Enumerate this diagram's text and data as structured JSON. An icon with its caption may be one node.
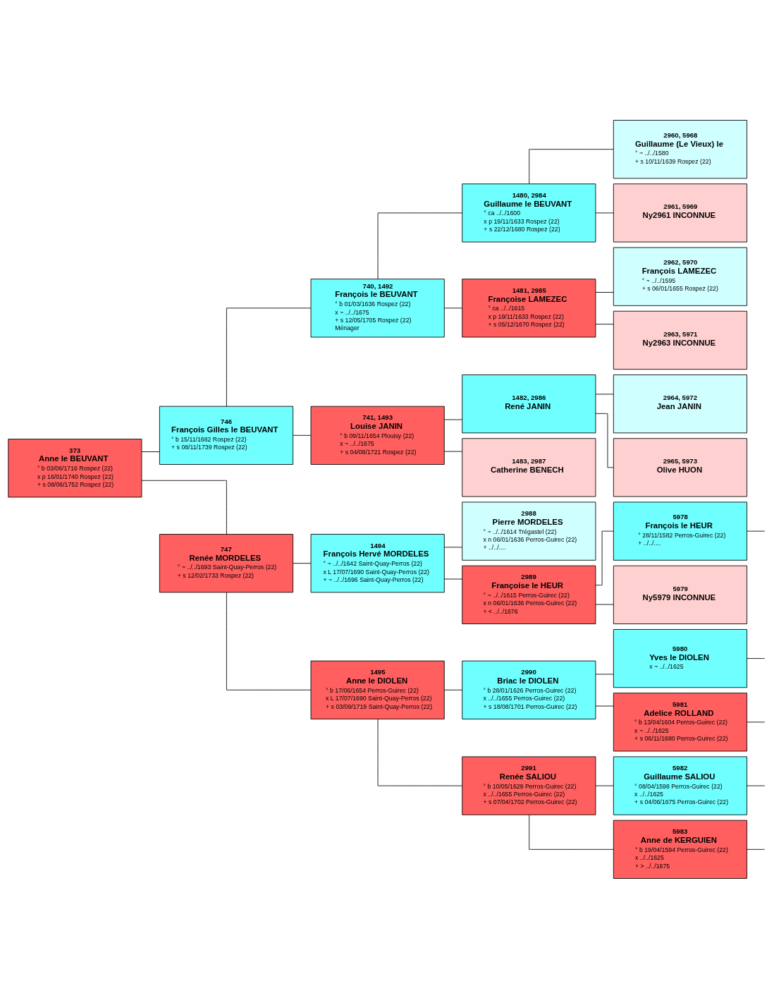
{
  "diagram": {
    "nodes": [
      {
        "text": [
          "373",
          "Anne le BEUVANT",
          "° b 03/06/1716 Rospez (22)",
          "x p 16/01/1740 Rospez (22)",
          "+ s 08/06/1752 Rospez (22)"
        ]
      },
      {
        "text": [
          "746",
          "François Gilles le BEUVANT",
          "° b 15/11/1682 Rospez (22)",
          "+ s 08/11/1739 Rospez (22)"
        ]
      },
      {
        "text": [
          "747",
          "Renée MORDELES",
          "° ~ ../../1693 Saint-Quay-Perros (22)",
          "+ s 12/02/1733 Rospez (22)"
        ]
      },
      {
        "text": [
          "740, 1492",
          "François le BEUVANT",
          "° b 01/03/1636 Rospez (22)",
          "x ~ ../../1675",
          "+ s 12/05/1705 Rospez (22)",
          "Ménager"
        ]
      },
      {
        "text": [
          "741, 1493",
          "Louise JANIN",
          "° b 09/11/1654 Plouisy (22)",
          "x ~ ../../1675",
          "+ s 04/08/1721 Rospez (22)"
        ]
      },
      {
        "text": [
          "1494",
          "François Hervé MORDELES",
          "° ~ ../../1642 Saint-Quay-Perros (22)",
          "x L 17/07/1690 Saint-Quay-Perros (22)",
          "+ ~ ../../1696 Saint-Quay-Perros (22)"
        ]
      },
      {
        "text": [
          "1495",
          "Anne le DIOLEN",
          "° b 17/06/1654 Perros-Guirec (22)",
          "x L 17/07/1690 Saint-Quay-Perros (22)",
          "+ s 03/09/1719 Saint-Quay-Perros (22)"
        ]
      },
      {
        "text": [
          "1480, 2984",
          "Guillaume le BEUVANT",
          "° ca ../../1600",
          "x p 19/11/1633 Rospez (22)",
          "+ s 22/12/1680 Rospez (22)"
        ]
      },
      {
        "text": [
          "1481, 2985",
          "Françoise LAMEZEC",
          "° ca ../../1615",
          "x p 19/11/1633 Rospez (22)",
          "+ s 05/12/1670 Rospez (22)"
        ]
      },
      {
        "text": [
          "1482, 2986",
          "René JANIN"
        ]
      },
      {
        "text": [
          "1483, 2987",
          "Catherine BENECH"
        ]
      },
      {
        "text": [
          "2988",
          "Pierre MORDELES",
          "° ~ ../../1614 Trégastel (22)",
          "x n 06/01/1636 Perros-Guirec (22)",
          "+ ../../...."
        ]
      },
      {
        "text": [
          "2989",
          "Françoise le HEUR",
          "° ~ ../../1615 Perros-Guirec (22)",
          "x n 06/01/1636 Perros-Guirec (22)",
          "+ < ../../1676"
        ]
      },
      {
        "text": [
          "2990",
          "Briac le DIOLEN",
          "° b 28/01/1626 Perros-Guirec (22)",
          "x ../../1655 Perros-Guirec (22)",
          "+ s 18/08/1701 Perros-Guirec (22)"
        ]
      },
      {
        "text": [
          "2991",
          "Renée SALIOU",
          "° b 10/05/1629 Perros-Guirec (22)",
          "x ../../1655 Perros-Guirec (22)",
          "+ s 07/04/1702 Perros-Guirec (22)"
        ]
      },
      {
        "text": [
          "2960, 5968",
          "Guillaume (Le Vieux) le",
          "° ~ ../../1580",
          "+ s 10/11/1639 Rospez (22)"
        ]
      },
      {
        "text": [
          "2961, 5969",
          "Ny2961 INCONNUE"
        ]
      },
      {
        "text": [
          "2962, 5970",
          "François LAMEZEC",
          "° ~ ../../1595",
          "+ s 06/01/1655 Rospez (22)"
        ]
      },
      {
        "text": [
          "2963, 5971",
          "Ny2963 INCONNUE"
        ]
      },
      {
        "text": [
          "2964, 5972",
          "Jean JANIN"
        ]
      },
      {
        "text": [
          "2965, 5973",
          "Olive HUON"
        ]
      },
      {
        "text": [
          "5978",
          "François le HEUR",
          "° 28/11/1582 Perros-Guirec (22)",
          "+ ../../...."
        ]
      },
      {
        "text": [
          "5979",
          "Ny5979 INCONNUE"
        ]
      },
      {
        "text": [
          "5980",
          "Yves le DIOLEN",
          "x ~ ../../1625"
        ]
      },
      {
        "text": [
          "5981",
          "Adelice ROLLAND",
          "° b 13/04/1604 Perros-Guirec (22)",
          "x ~ ../../1625",
          "+ s 06/11/1680 Perros-Guirec (22)"
        ]
      },
      {
        "text": [
          "5982",
          "Guillaume SALIOU",
          "° 08/04/1598 Perros-Guirec (22)",
          "x ../../1625",
          "+ s 04/06/1675 Perros-Guirec (22)"
        ]
      },
      {
        "text": [
          "5983",
          "Anne de KERGUIEN",
          "° b 19/04/1594 Perros-Guirec (22)",
          "x ../../1625",
          "+ > ../../1675"
        ]
      }
    ],
    "edges": [
      {
        "from": 0,
        "to": 1,
        "arrow": "none"
      },
      {
        "from": 0,
        "to": 2,
        "arrow": "none"
      },
      {
        "from": 1,
        "to": 3,
        "arrow": "none"
      },
      {
        "from": 1,
        "to": 4,
        "arrow": "none"
      },
      {
        "from": 2,
        "to": 5,
        "arrow": "none"
      },
      {
        "from": 2,
        "to": 6,
        "arrow": "none"
      },
      {
        "from": 3,
        "to": 7,
        "arrow": "none"
      },
      {
        "from": 3,
        "to": 8,
        "arrow": "none"
      },
      {
        "from": 4,
        "to": 9,
        "arrow": "none"
      },
      {
        "from": 4,
        "to": 10,
        "arrow": "none"
      },
      {
        "from": 5,
        "to": 11,
        "arrow": "none"
      },
      {
        "from": 5,
        "to": 12,
        "arrow": "none"
      },
      {
        "from": 6,
        "to": 13,
        "arrow": "none"
      },
      {
        "from": 6,
        "to": 14,
        "arrow": "none"
      },
      {
        "from": 7,
        "to": 15,
        "arrow": "none"
      },
      {
        "from": 7,
        "to": 16,
        "arrow": "none"
      },
      {
        "from": 8,
        "to": 17,
        "arrow": "none"
      },
      {
        "from": 8,
        "to": 18,
        "arrow": "none"
      },
      {
        "from": 9,
        "to": 19,
        "arrow": "none"
      },
      {
        "from": 9,
        "to": 20,
        "arrow": "none"
      },
      {
        "from": 12,
        "to": 21,
        "arrow": "none"
      },
      {
        "from": 12,
        "to": 22,
        "arrow": "none"
      },
      {
        "from": 13,
        "to": 23,
        "arrow": "none"
      },
      {
        "from": 13,
        "to": 24,
        "arrow": "none"
      },
      {
        "from": 14,
        "to": 25,
        "arrow": "none"
      },
      {
        "from": 14,
        "to": 26,
        "arrow": "none"
      },
      {
        "from": 21,
        "to": null,
        "arrow": "none"
      },
      {
        "from": 23,
        "to": null,
        "arrow": "none"
      },
      {
        "from": 24,
        "to": null,
        "arrow": "none"
      },
      {
        "from": 25,
        "to": null,
        "arrow": "none"
      },
      {
        "from": 26,
        "to": null,
        "arrow": "none"
      }
    ]
  }
}
